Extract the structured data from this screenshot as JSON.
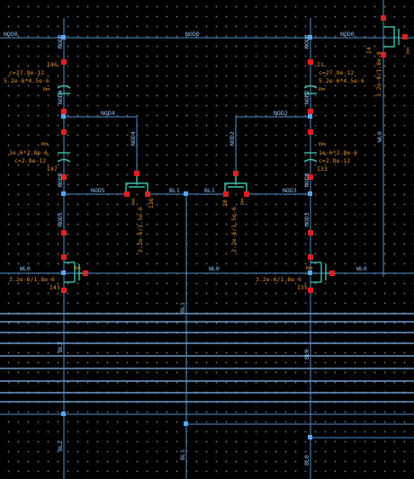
{
  "schematic": {
    "nets": {
      "nod0_left": "NOD0",
      "nod0_mid": "NOD0",
      "nod0_right": "NOD0",
      "nod4_left": "NOD4",
      "nod4_mid": "NOD4",
      "nod2_mid": "NOD2",
      "nod2_right": "NOD2",
      "nod5_mid": "NOD5",
      "nod5_left": "NOD5",
      "nod3_mid": "NOD3",
      "nod3_right": "NOD3",
      "nod0_vert_left": "NOD0",
      "nod0_vert_right": "NOD0",
      "bl1_a": "BL1",
      "bl1_b": "BL1",
      "bl1_c": "BL1",
      "bl1_d": "BL1",
      "wl0_a": "WL0",
      "wl0_b": "WL0",
      "wl0_c": "WL0",
      "wl0_d": "WL0",
      "bl2_a": "BL2",
      "bl2_b": "BL2",
      "bl0_a": "BL0",
      "bl0_b": "BL0"
    },
    "cap_top_left": {
      "name": "I46",
      "c": "c=27.9e-12",
      "geo": "5.2e-6*4.5e-6",
      "m": "m="
    },
    "cap_top_right": {
      "name": "I1",
      "c": "c=27.9e-12",
      "geo": "5.2e-6*4.5e-6",
      "m": "m="
    },
    "cap_mid_left": {
      "name": "I47",
      "m": "m=",
      "geo": "1e-6*2.8e-6",
      "c": "c=2.8e-12"
    },
    "cap_mid_right": {
      "name": "I33",
      "m": "m=",
      "geo": "1e-6*2.8e-6",
      "c": "c=2.8e-12"
    },
    "tr_center_left": {
      "name": "I36",
      "size": "2.2e-6/1.5e-6",
      "m": "m="
    },
    "tr_center_right": {
      "name": "I0",
      "size": "2.2e-6/1.5e-6",
      "m": "m="
    },
    "tr_access_left": {
      "name": "I43",
      "size": "3.2e-6/1.8e-6",
      "m": "m="
    },
    "tr_access_right": {
      "name": "I35",
      "size": "3.2e-6/1.8e-6",
      "m": "m="
    },
    "tr_top_right": {
      "name": "I4",
      "size": "3.2e-6/1.8e-6",
      "m": "m="
    },
    "colors": {
      "background": "#000000",
      "wire": "#4f8fd0",
      "device": "#3fbfa8",
      "pin": "#e02020",
      "label": "#e0902a",
      "grid": "#6f6f6f"
    }
  }
}
